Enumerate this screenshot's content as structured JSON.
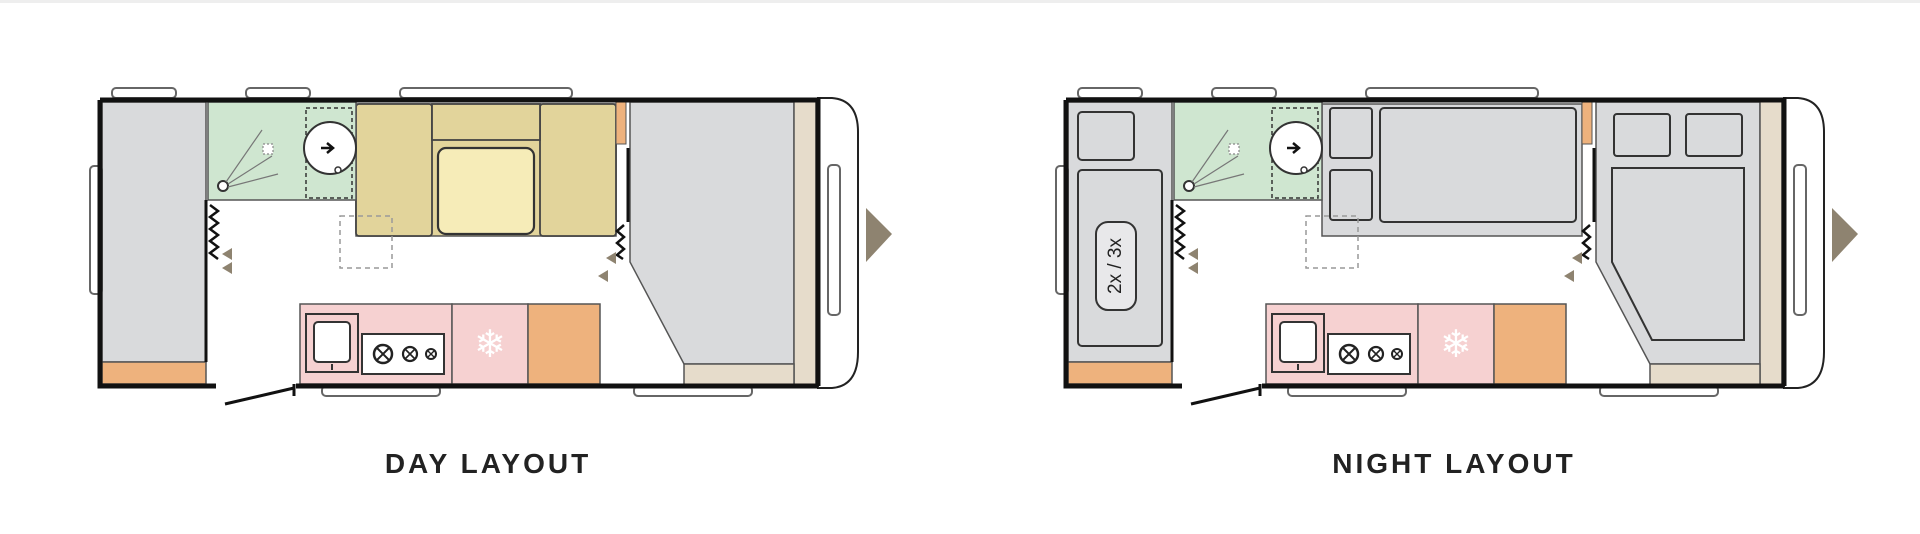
{
  "captions": {
    "day": "DAY LAYOUT",
    "night": "NIGHT LAYOUT"
  },
  "labels": {
    "bed_multiplier": "2x / 3x"
  },
  "icons": {
    "fridge": "snowflake-icon",
    "hob": "gas-burner-icon",
    "sink": "sink-icon",
    "direction": "triangle-right-icon"
  },
  "colors": {
    "wall": "#111111",
    "bed_grey": "#d9dadc",
    "washroom_green": "#cfe6d0",
    "seat_olive": "#e2d49b",
    "table_cream": "#f6ecb8",
    "kitchen_pink": "#f6d1d1",
    "cabinet_orange": "#eeb27d",
    "panel_beige": "#e6dccb",
    "arrow_taupe": "#8e8370"
  }
}
